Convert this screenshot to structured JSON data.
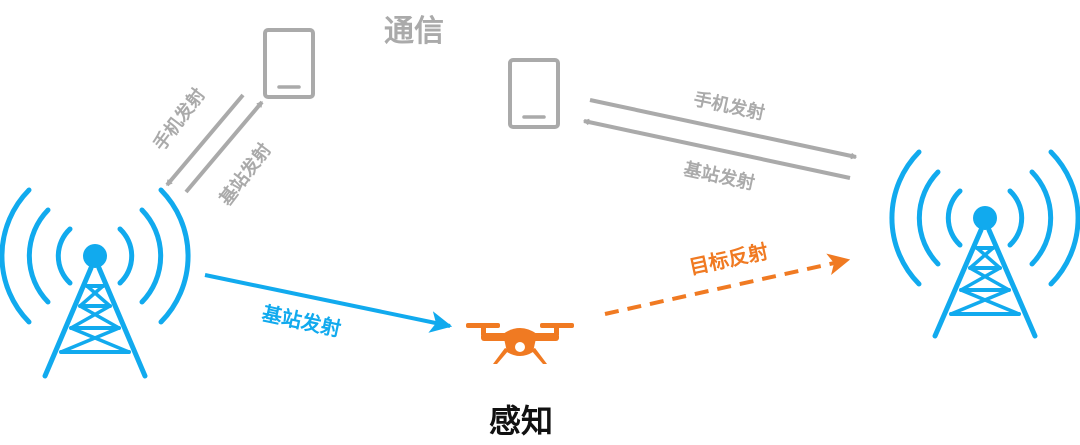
{
  "labels": {
    "communication_title": "通信",
    "sensing_title": "感知",
    "left_phone_uplink": "手机发射",
    "left_bs_downlink": "基站发射",
    "right_phone_uplink": "手机发射",
    "right_bs_downlink": "基站发射",
    "sensing_bs_transmit": "基站发射",
    "target_reflection": "目标反射"
  },
  "colors": {
    "communication_gray": "#aaaaaa",
    "base_station_blue": "#11aaee",
    "target_orange": "#f07a22",
    "title_dark": "#111111"
  },
  "icons": {
    "left_station": "cell-tower-icon",
    "right_station": "cell-tower-icon",
    "left_phone": "phone-icon",
    "right_phone": "phone-icon",
    "target": "drone-icon"
  }
}
